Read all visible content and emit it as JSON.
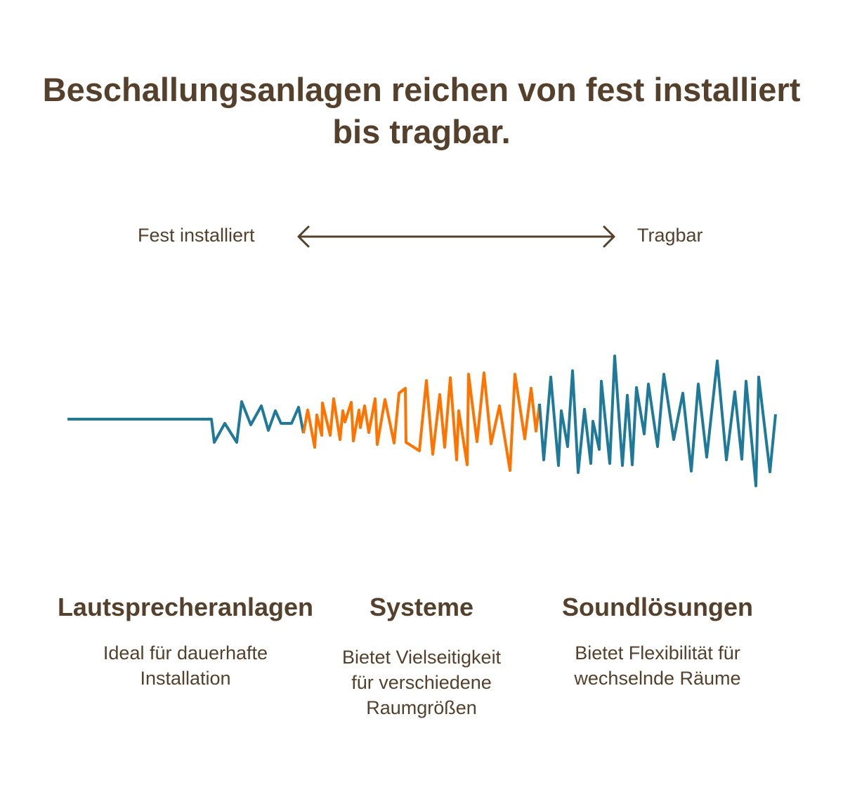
{
  "title": "Beschallungsanlagen reichen von fest installiert bis tragbar.",
  "axis": {
    "left_label": "Fest installiert",
    "right_label": "Tragbar"
  },
  "colors": {
    "text": "#55402b",
    "teal": "#1f7a99",
    "orange": "#ff7300"
  },
  "columns": [
    {
      "heading": "Lautsprecheranlagen",
      "description": "Ideal für dauerhafte Installation"
    },
    {
      "heading": "Systeme",
      "description": "Bietet Vielseitigkeit für verschiedene Raumgrößen"
    },
    {
      "heading": "Soundlösungen",
      "description": "Bietet Flexibilität für wechselnde Räume"
    }
  ]
}
